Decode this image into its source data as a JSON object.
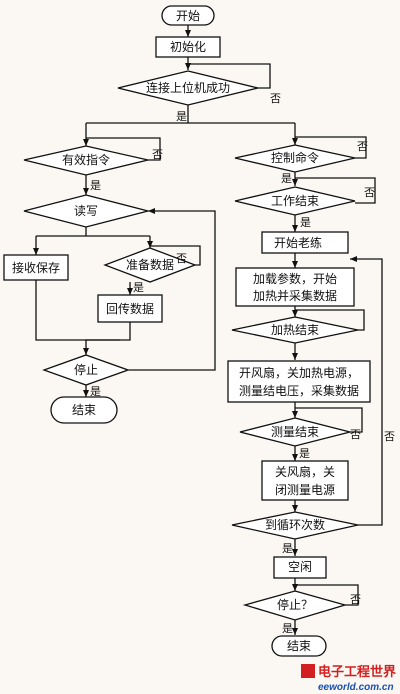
{
  "nodes": {
    "start": "开始",
    "init": "初始化",
    "connect": "连接上位机成功",
    "valid_cmd": "有效指令",
    "read_write": "读写",
    "recv_save": "接收保存",
    "prep_data": "准备数据",
    "send_back": "回传数据",
    "stop_left": "停止",
    "end_left": "结束",
    "control_cmd": "控制命令",
    "work_end": "工作结束",
    "begin_aging": "开始老练",
    "load_params_1": "加载参数，开始",
    "load_params_2": "加热并采集数据",
    "heat_end": "加热结束",
    "fan_on_1": "开风扇，关加热电源，",
    "fan_on_2": "测量结电压，采集数据",
    "measure_end": "测量结束",
    "fan_off_1": "关风扇，关",
    "fan_off_2": "闭测量电源",
    "loop_count": "到循环次数",
    "idle": "空闲",
    "stop_q": "停止？",
    "end_right": "结束"
  },
  "labels": {
    "yes": "是",
    "no": "否"
  },
  "watermark": {
    "name": "电子工程世界",
    "site": "eeworld.com.cn"
  }
}
